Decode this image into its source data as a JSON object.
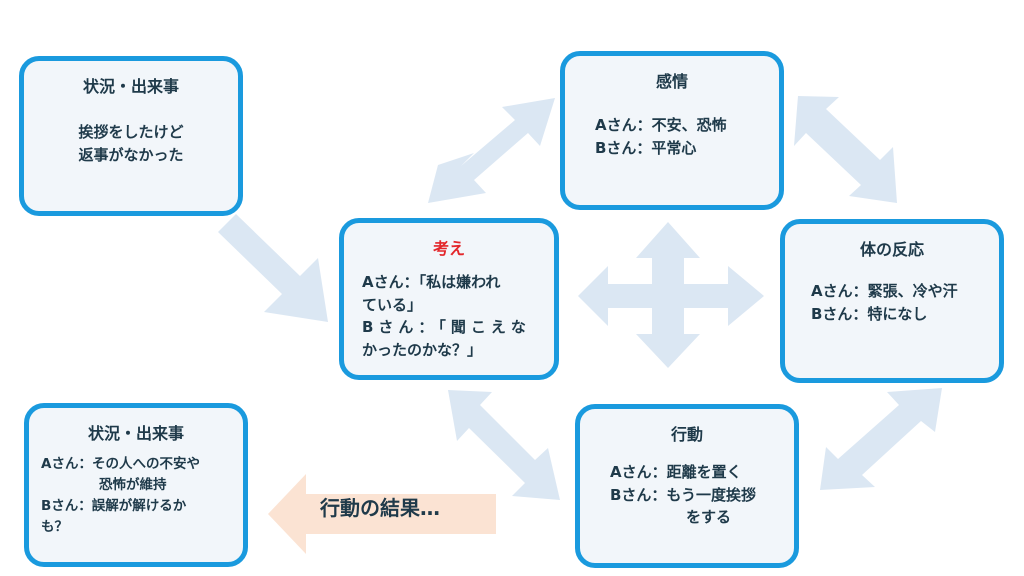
{
  "boxes": {
    "situation_top": {
      "title": "状況・出来事",
      "lines": [
        "挨拶をしたけど",
        "返事がなかった"
      ]
    },
    "emotion": {
      "title": "感情",
      "lines": [
        "Aさん：不安、恐怖",
        "Bさん：平常心"
      ]
    },
    "thought": {
      "title": "考え",
      "lines": [
        "Aさん：「私は嫌われ",
        "ている」",
        "Bさん：「聞こえな",
        "かったのかな？」"
      ]
    },
    "body_reaction": {
      "title": "体の反応",
      "lines": [
        "Aさん：緊張、冷や汗",
        "Bさん：特になし"
      ]
    },
    "action": {
      "title": "行動",
      "lines": [
        "Aさん：距離を置く",
        "Bさん：もう一度挨拶",
        "をする"
      ]
    },
    "situation_bottom": {
      "title": "状況・出来事",
      "lines": [
        "Aさん：その人への不安や",
        "恐怖が維持",
        "Bさん：誤解が解けるか",
        "も？"
      ]
    }
  },
  "result_label": "行動の結果…",
  "colors": {
    "box_border": "#1a9ade",
    "box_fill": "#f2f6fa",
    "arrow_blue": "#dbe7f3",
    "arrow_peach": "#fbe3d3",
    "thought_title": "#e3262a",
    "text": "#1f3a4a"
  }
}
